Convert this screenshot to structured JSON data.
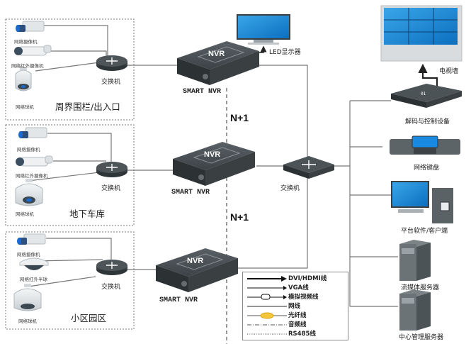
{
  "diagram": {
    "title": "",
    "zones": [
      {
        "id": "perimeter",
        "title": "周界围栏/出入口",
        "devices": [
          {
            "type": "box-camera",
            "label": "网络摄像机"
          },
          {
            "type": "bullet-ir-camera",
            "label": "网络红外摄像机"
          },
          {
            "type": "speed-dome",
            "label": "网络球机"
          }
        ],
        "switch_label": "交换机"
      },
      {
        "id": "parking",
        "title": "地下车库",
        "devices": [
          {
            "type": "box-camera",
            "label": "网络摄像机"
          },
          {
            "type": "bullet-ir-camera",
            "label": "网络红外摄像机"
          },
          {
            "type": "speed-dome",
            "label": "网络球机"
          }
        ],
        "switch_label": "交换机"
      },
      {
        "id": "campus",
        "title": "小区园区",
        "devices": [
          {
            "type": "box-camera",
            "label": "网络摄像机"
          },
          {
            "type": "ir-dome",
            "label": "网络红外半球"
          },
          {
            "type": "speed-dome",
            "label": "网络球机"
          }
        ],
        "switch_label": "交换机"
      }
    ],
    "nvrs": [
      {
        "label": "SMART NVR",
        "face": "NVR"
      },
      {
        "label": "SMART NVR",
        "face": "NVR"
      },
      {
        "label": "SMART NVR",
        "face": "NVR"
      }
    ],
    "redundancy_labels": [
      "N+1",
      "N+1"
    ],
    "led_monitor_label": "LED显示器",
    "core_switch_label": "交换机",
    "right_devices": [
      {
        "type": "decoder",
        "label": "解码与控制设备"
      },
      {
        "type": "network-keyboard",
        "label": "网络键盘"
      },
      {
        "type": "pc-client",
        "label": "平台软件/客户端"
      },
      {
        "type": "server",
        "label": "流媒体服务器"
      },
      {
        "type": "server",
        "label": "中心管理服务器"
      }
    ],
    "video_wall_label": "电视墙",
    "legend": [
      {
        "line": "dvi-hdmi",
        "label": "DVI/HDMI线"
      },
      {
        "line": "vga",
        "label": "VGA线"
      },
      {
        "line": "analog-video",
        "label": "模拟视频线"
      },
      {
        "line": "network",
        "label": "网线"
      },
      {
        "line": "fiber",
        "label": "光纤线"
      },
      {
        "line": "audio",
        "label": "音频线"
      },
      {
        "line": "rs485",
        "label": "RS485线"
      }
    ]
  }
}
